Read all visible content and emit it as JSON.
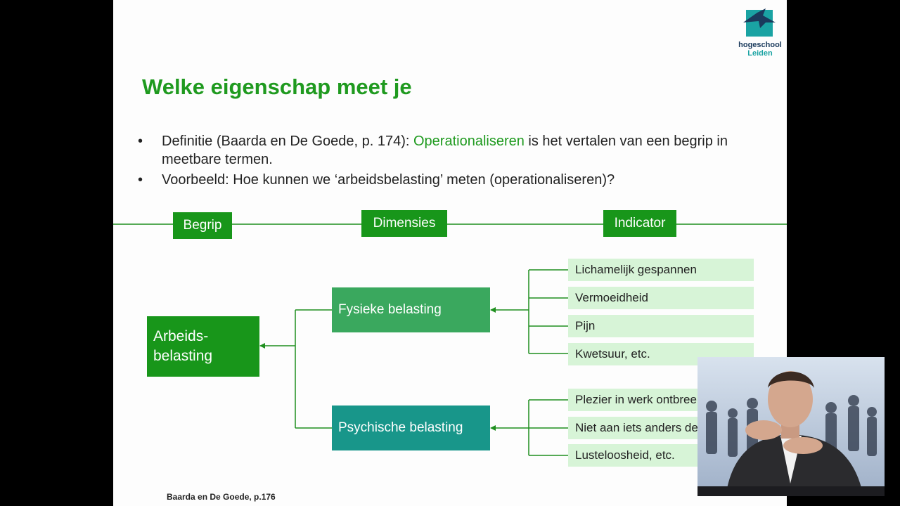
{
  "logo": {
    "line1": "hogeschool",
    "line2": "Leiden"
  },
  "slide": {
    "title": "Welke eigenschap meet je",
    "bullet1": {
      "prefix": "Definitie (Baarda en De Goede, p. 174): ",
      "highlight": "Operationaliseren",
      "suffix": " is het vertalen van een begrip in meetbare termen."
    },
    "bullet2": "Voorbeeld: Hoe kunnen we ‘arbeidsbelasting’ meten (operationaliseren)?",
    "bullet_symbol": "•"
  },
  "diagram": {
    "headers": {
      "begrip": "Begrip",
      "dimensies": "Dimensies",
      "indicator": "Indicator"
    },
    "concept": {
      "line1": "Arbeids-",
      "line2": "belasting"
    },
    "dimensions": {
      "fysiek": "Fysieke belasting",
      "psychisch": "Psychische belasting"
    },
    "indicators_fysiek": [
      "Lichamelijk gespannen",
      "Vermoeidheid",
      "Pijn",
      "Kwetsuur, etc."
    ],
    "indicators_psychisch": [
      "Plezier in werk ontbreekt",
      "Niet aan iets anders denken",
      "Lusteloosheid, etc."
    ],
    "colors": {
      "green": "#18961a",
      "dim_green": "#3aa85e",
      "teal": "#18968a",
      "light": "#d7f4d7",
      "line": "#1f8f1f"
    }
  },
  "footer": "Baarda en De Goede, p.176"
}
